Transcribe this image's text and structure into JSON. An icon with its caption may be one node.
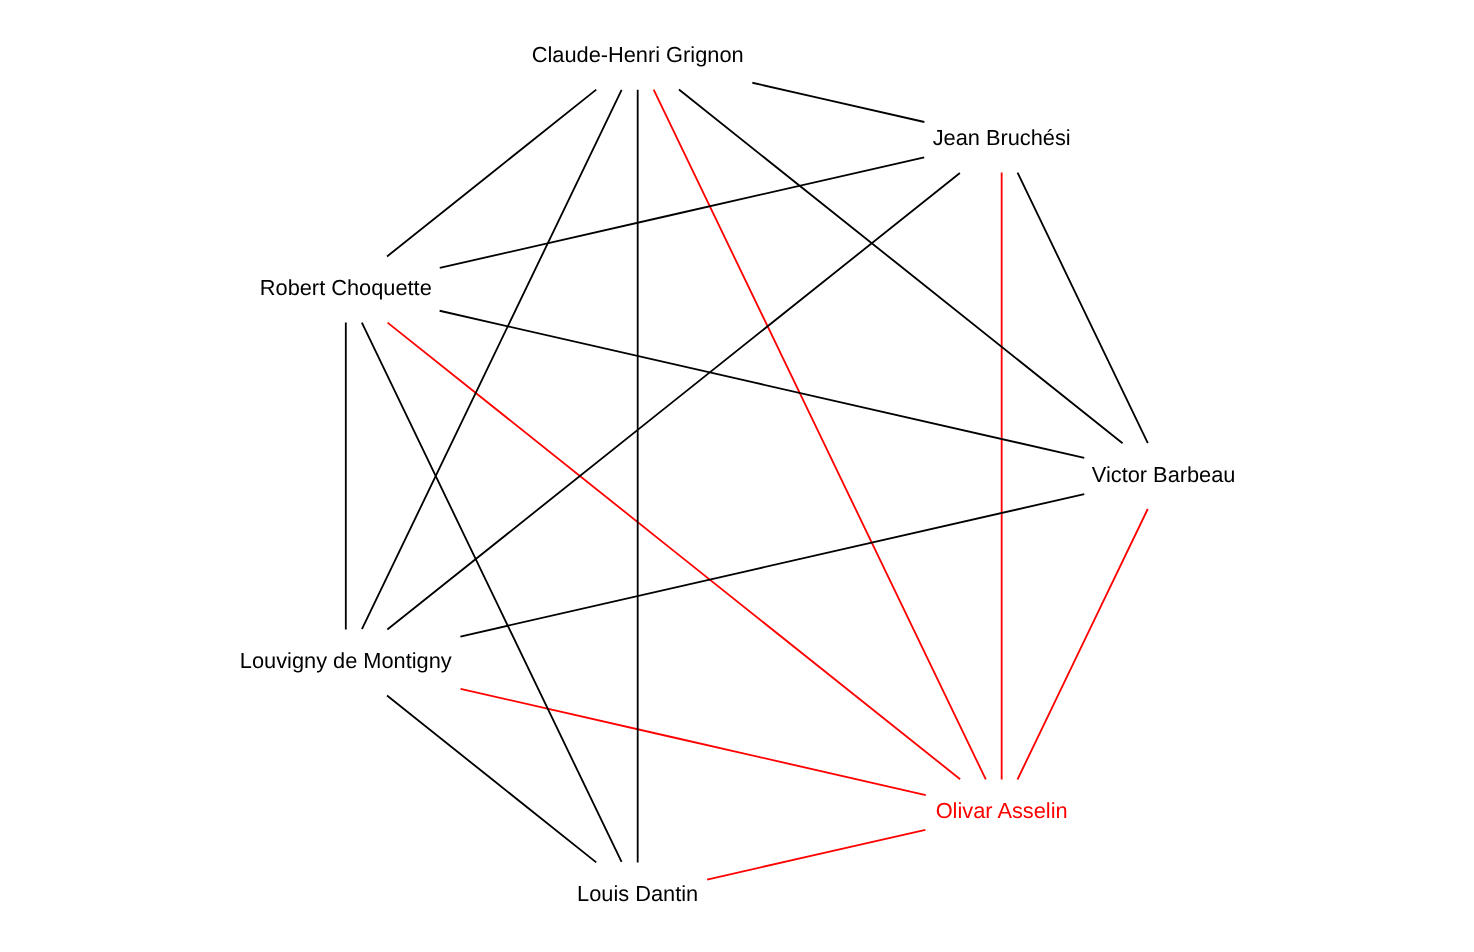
{
  "diagram": {
    "nodes": [
      {
        "text": [
          "Olivar Asselin"
        ]
      },
      {
        "text": [
          "Louvigny de Montigny"
        ]
      },
      {
        "text": [
          "Louis Dantin"
        ]
      },
      {
        "text": [
          "Robert Choquette"
        ]
      },
      {
        "text": [
          "Claude-Henri Grignon"
        ]
      },
      {
        "text": [
          "Victor Barbeau"
        ]
      },
      {
        "text": [
          "Jean Bruchési"
        ]
      }
    ],
    "edges": [
      {
        "from": 0,
        "to": 1,
        "arrow": "none",
        "color": "#ff0000"
      },
      {
        "from": 0,
        "to": 2,
        "arrow": "none",
        "color": "#ff0000"
      },
      {
        "from": 0,
        "to": 3,
        "arrow": "none",
        "color": "#ff0000"
      },
      {
        "from": 0,
        "to": 4,
        "arrow": "none",
        "color": "#ff0000"
      },
      {
        "from": 0,
        "to": 5,
        "arrow": "none",
        "color": "#ff0000"
      },
      {
        "from": 0,
        "to": 6,
        "arrow": "none",
        "color": "#ff0000"
      },
      {
        "from": 1,
        "to": 2,
        "arrow": "none"
      },
      {
        "from": 1,
        "to": 3,
        "arrow": "none"
      },
      {
        "from": 1,
        "to": 4,
        "arrow": "none"
      },
      {
        "from": 1,
        "to": 5,
        "arrow": "none"
      },
      {
        "from": 1,
        "to": 6,
        "arrow": "none"
      },
      {
        "from": 2,
        "to": 3,
        "arrow": "none"
      },
      {
        "from": 2,
        "to": 4,
        "arrow": "none"
      },
      {
        "from": 3,
        "to": 4,
        "arrow": "none"
      },
      {
        "from": 3,
        "to": 5,
        "arrow": "none"
      },
      {
        "from": 3,
        "to": 6,
        "arrow": "none"
      },
      {
        "from": 4,
        "to": 5,
        "arrow": "none"
      },
      {
        "from": 4,
        "to": 6,
        "arrow": "none"
      },
      {
        "from": 5,
        "to": 6,
        "arrow": "none"
      }
    ]
  }
}
